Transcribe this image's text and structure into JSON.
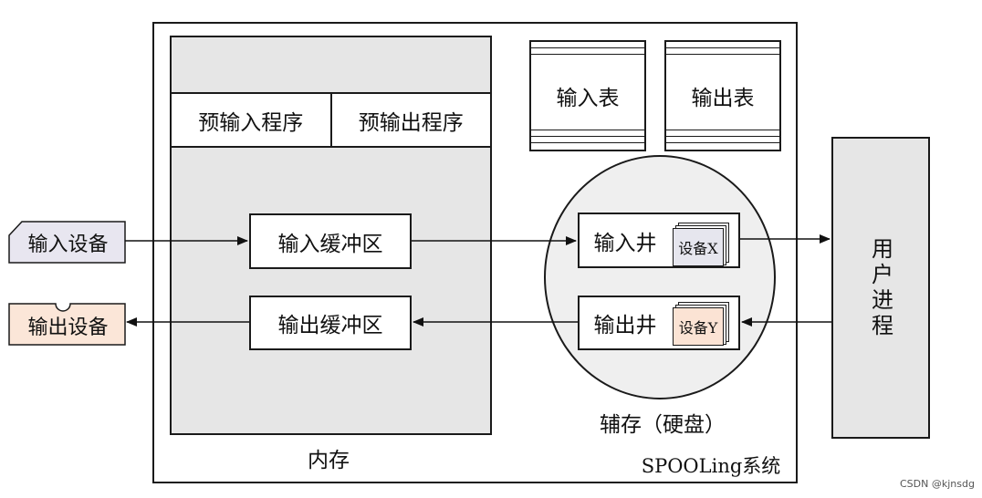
{
  "system": {
    "label": "SPOOLing系统"
  },
  "memory": {
    "label": "内存",
    "pre_input": "预输入程序",
    "pre_output": "预输出程序",
    "input_buffer": "输入缓冲区",
    "output_buffer": "输出缓冲区"
  },
  "tables": {
    "input_table": "输入表",
    "output_table": "输出表"
  },
  "disk": {
    "label": "辅存（硬盘）",
    "input_well": "输入井",
    "output_well": "输出井",
    "device_x": "设备X",
    "device_y": "设备Y"
  },
  "devices": {
    "input": "输入设备",
    "output": "输出设备"
  },
  "user_process": {
    "label": "用户进程"
  },
  "watermark": "CSDN @kjnsdg",
  "colors": {
    "input_device_fill": "#e8e6f0",
    "output_device_fill": "#fbe6d8",
    "device_x_fill": "#e6e6ee",
    "device_y_fill": "#fbe3d4",
    "memory_fill": "#e6e6e6"
  }
}
